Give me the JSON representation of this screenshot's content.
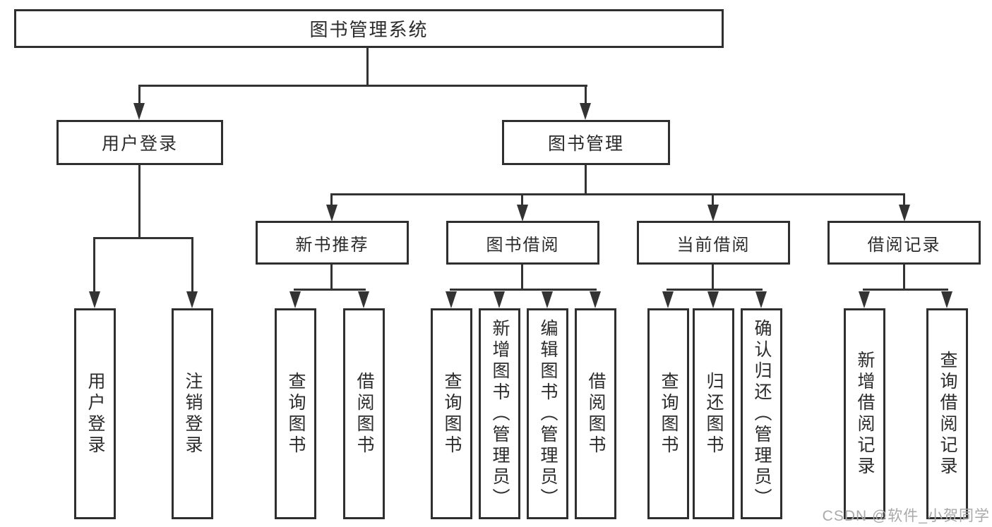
{
  "tree": {
    "root": {
      "label": "图书管理系统"
    },
    "branches": [
      {
        "label": "用户登录",
        "children": [
          {
            "label": "用户登录"
          },
          {
            "label": "注销登录"
          }
        ]
      },
      {
        "label": "图书管理",
        "children": [
          {
            "label": "新书推荐",
            "children": [
              {
                "label": "查询图书"
              },
              {
                "label": "借阅图书"
              }
            ]
          },
          {
            "label": "图书借阅",
            "children": [
              {
                "label": "查询图书"
              },
              {
                "label": "新增图书（管理员）"
              },
              {
                "label": "编辑图书（管理员）"
              },
              {
                "label": "借阅图书"
              }
            ]
          },
          {
            "label": "当前借阅",
            "children": [
              {
                "label": "查询图书"
              },
              {
                "label": "归还图书"
              },
              {
                "label": "确认归还（管理员）"
              }
            ]
          },
          {
            "label": "借阅记录",
            "children": [
              {
                "label": "新增借阅记录"
              },
              {
                "label": "查询借阅记录"
              }
            ]
          }
        ]
      }
    ]
  },
  "watermark": "CSDN @软件_小贺同学",
  "colors": {
    "line": "#333333",
    "box_border": "#2f2f2f",
    "text": "#2b2b2b",
    "watermark": "#a9a9a9",
    "background": "#ffffff"
  }
}
